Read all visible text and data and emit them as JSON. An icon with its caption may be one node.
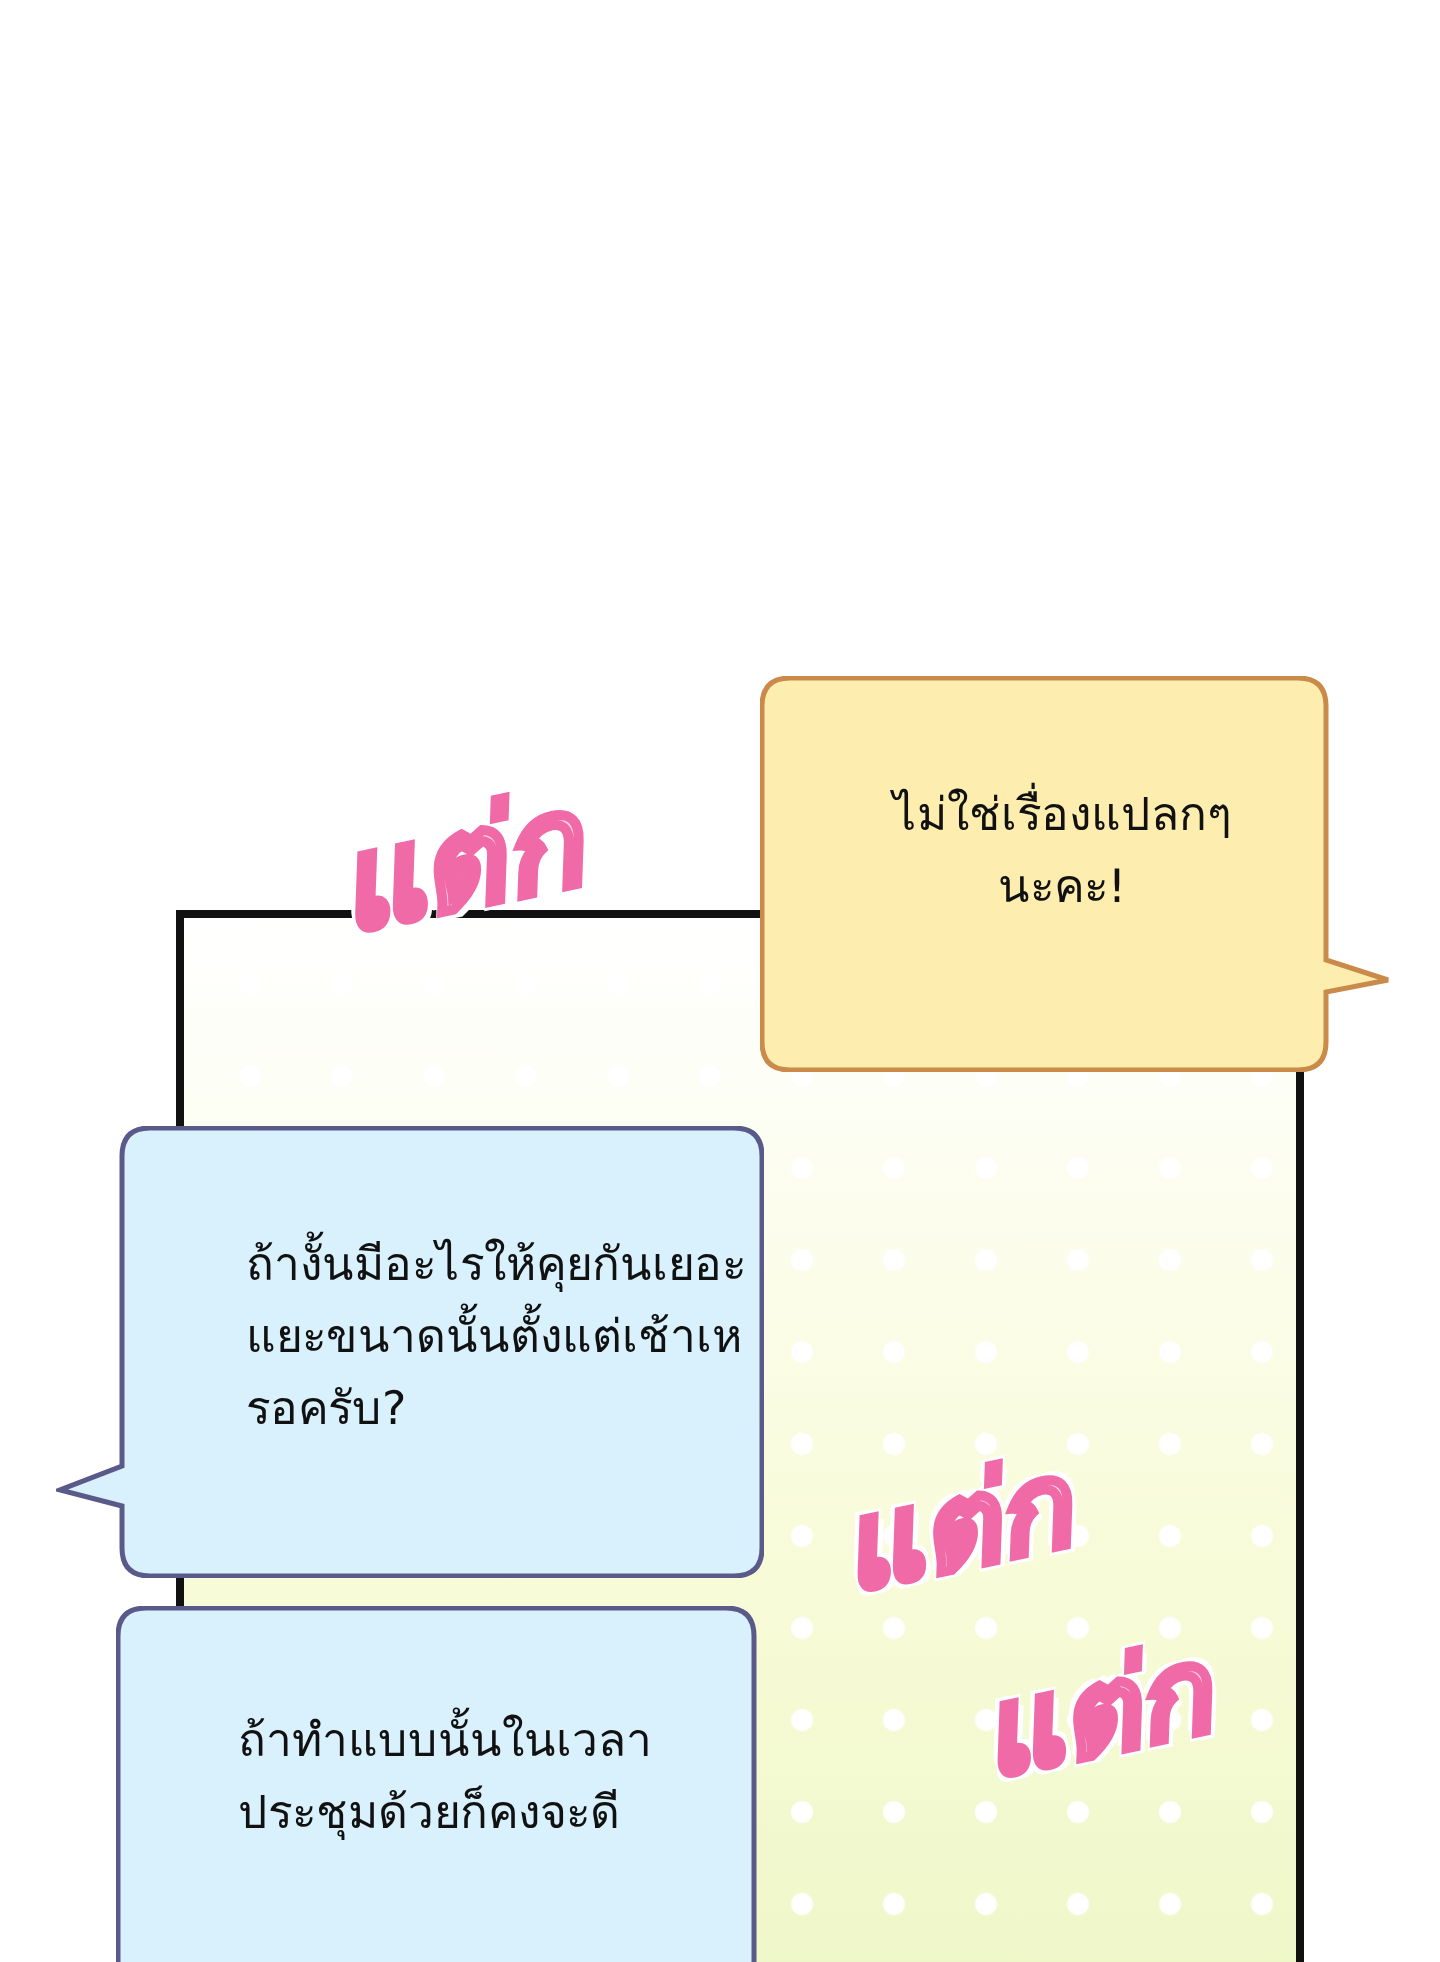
{
  "diagram": {
    "nodes": [
      {
        "text": [
          "ไม่ใช่เรื่องแปลกๆ นะคะ!"
        ]
      },
      {
        "text": [
          "ถ้างั้นมีอะไรให้คุยกันเยอะแยะขนาดนั้นตั้งแต่เช้าเหรอครับ?"
        ]
      },
      {
        "text": [
          "ถ้าทำแบบนั้นในเวลาประชุมด้วยก็คงจะดี"
        ]
      }
    ],
    "labels": [
      "แต่ก",
      "แต่ก",
      "แต่ก"
    ]
  }
}
